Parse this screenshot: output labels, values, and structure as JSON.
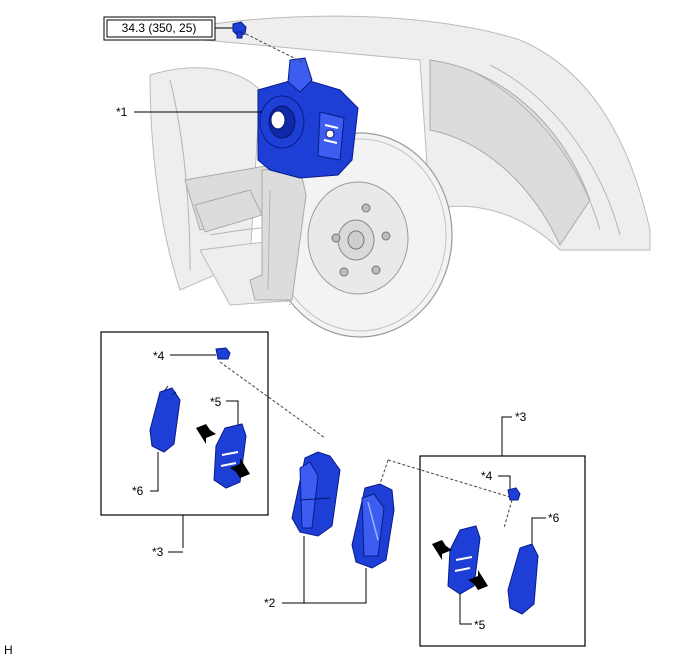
{
  "torque_spec": {
    "text": "34.3 (350, 25)"
  },
  "labels": {
    "caliper": "*1",
    "pads": "*2",
    "kit_left": "*3",
    "kit_right": "*3",
    "clip_left": "*4",
    "clip_right": "*4",
    "shim_left": "*5",
    "shim_right": "*5",
    "anti_squeal_left": "*6",
    "anti_squeal_right": "*6"
  },
  "corner_mark": "H",
  "colors": {
    "part_blue": "#1e3fd6",
    "part_blue_light": "#3d5cf0",
    "context_gray": "#e6e6e6"
  },
  "icons": [
    "bolt-icon",
    "arrow-icon"
  ]
}
